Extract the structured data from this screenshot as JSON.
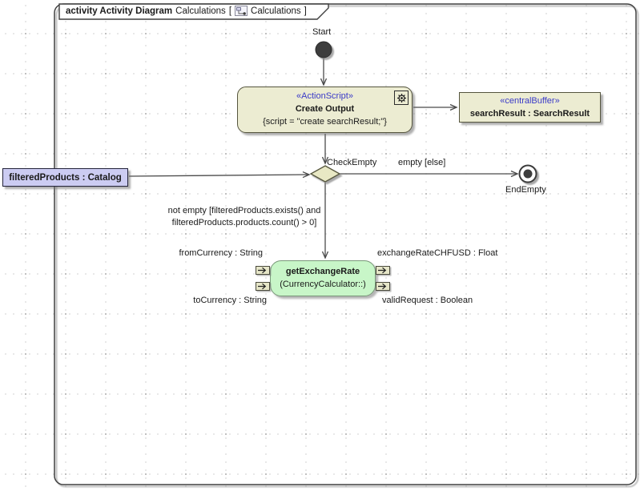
{
  "frame": {
    "title_bold": "activity Activity Diagram",
    "title_name": "Calculations",
    "bracket_open": "[",
    "context_name": "Calculations",
    "bracket_close": "]"
  },
  "nodes": {
    "start": {
      "label": "Start"
    },
    "create_output": {
      "stereotype": "«ActionScript»",
      "name": "Create Output",
      "body": "{script = \"create searchResult;\"}"
    },
    "central_buffer": {
      "stereotype": "«centralBuffer»",
      "name": "searchResult : SearchResult"
    },
    "decision": {
      "label": "CheckEmpty"
    },
    "end_node": {
      "label": "EndEmpty"
    },
    "parameter": {
      "label": "filteredProducts : Catalog"
    },
    "call_action": {
      "name": "getExchangeRate",
      "qualifier": "(CurrencyCalculator::)"
    }
  },
  "pins": {
    "input": [
      {
        "label": "fromCurrency : String"
      },
      {
        "label": "toCurrency : String"
      }
    ],
    "output": [
      {
        "label": "exchangeRateCHFUSD : Float"
      },
      {
        "label": "validRequest : Boolean"
      }
    ]
  },
  "edge_labels": {
    "empty_guard": "empty [else]",
    "not_empty_line1": "not empty [filteredProducts.exists() and",
    "not_empty_line2": "filteredProducts.products.count() > 0]"
  },
  "colors": {
    "node_fill": "#ececd2",
    "call_action_fill": "#c8f6c8",
    "parameter_fill": "#ccccf2",
    "stereotype_text": "#3a3ac8",
    "edge": "#4a4a4a",
    "shadow": "#9a9a9a"
  }
}
